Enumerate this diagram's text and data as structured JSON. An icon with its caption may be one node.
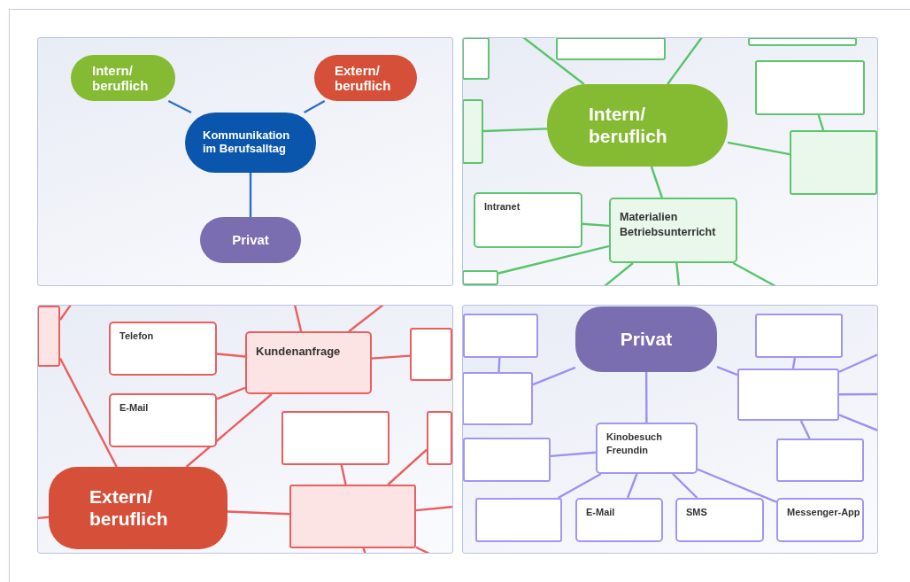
{
  "diagram": {
    "nodes": [
      {
        "text": [],
        "shape": "box"
      },
      {
        "text": [
          "Intern/ beruflich"
        ],
        "in": 0
      },
      {
        "text": [
          "Extern/ beruflich"
        ],
        "in": 0
      },
      {
        "text": [
          "Kommunikation im Berufsalltag"
        ],
        "in": 0
      },
      {
        "text": [
          "Privat"
        ],
        "in": 0
      },
      {
        "text": [],
        "shape": "box"
      },
      {
        "text": [],
        "shape": "box",
        "in": 5
      },
      {
        "text": [],
        "shape": "box",
        "in": 5
      },
      {
        "text": [],
        "shape": "box",
        "in": 5
      },
      {
        "text": [],
        "shape": "box",
        "in": 5
      },
      {
        "text": [],
        "shape": "box",
        "in": 5
      },
      {
        "text": [
          "Intern/ beruflich"
        ],
        "in": 5
      },
      {
        "text": [],
        "shape": "box",
        "in": 5
      },
      {
        "text": [
          "Intranet"
        ],
        "in": 5
      },
      {
        "text": [
          "Materialien Betriebsunterricht"
        ],
        "in": 5
      },
      {
        "text": [],
        "shape": "box",
        "in": 5
      },
      {
        "text": [],
        "shape": "box"
      },
      {
        "text": [],
        "shape": "box",
        "in": 16
      },
      {
        "text": [
          "Telefon"
        ],
        "in": 16
      },
      {
        "text": [],
        "shape": "box",
        "in": 16
      },
      {
        "text": [
          "Kundenanfrage"
        ],
        "in": 16
      },
      {
        "text": [
          "E-Mail"
        ],
        "in": 16
      },
      {
        "text": [],
        "shape": "box",
        "in": 16
      },
      {
        "text": [],
        "shape": "box",
        "in": 16
      },
      {
        "text": [
          "Extern/ beruflich"
        ],
        "in": 16
      },
      {
        "text": [],
        "shape": "box",
        "in": 16
      },
      {
        "text": [],
        "shape": "box"
      },
      {
        "text": [
          "Privat"
        ],
        "in": 26
      },
      {
        "text": [],
        "shape": "box",
        "in": 26
      },
      {
        "text": [],
        "shape": "box",
        "in": 26
      },
      {
        "text": [],
        "shape": "box",
        "in": 26
      },
      {
        "text": [],
        "shape": "box",
        "in": 26
      },
      {
        "text": [],
        "shape": "box",
        "in": 26
      },
      {
        "text": [
          "Kinobesuch Freundin"
        ],
        "in": 26
      },
      {
        "text": [],
        "shape": "box",
        "in": 26
      },
      {
        "text": [],
        "shape": "box",
        "in": 26
      },
      {
        "text": [
          "E-Mail"
        ],
        "in": 26
      },
      {
        "text": [
          "SMS"
        ],
        "in": 26
      },
      {
        "text": [
          "Messenger-App"
        ],
        "in": 26
      }
    ],
    "edges": [
      {
        "from": 3,
        "to": 1,
        "arrow": "none",
        "color": "#2f6fc2"
      },
      {
        "from": 3,
        "to": 2,
        "arrow": "none",
        "color": "#2f6fc2"
      },
      {
        "from": 3,
        "to": 4,
        "arrow": "none",
        "color": "#2f6fc2"
      },
      {
        "from": null,
        "to": 11,
        "arrow": "none",
        "color": "#58c46b"
      },
      {
        "from": null,
        "to": 11,
        "arrow": "none",
        "color": "#58c46b"
      },
      {
        "from": 11,
        "to": 10,
        "arrow": "none",
        "color": "#58c46b"
      },
      {
        "from": 11,
        "to": 12,
        "arrow": "none",
        "color": "#58c46b"
      },
      {
        "from": 11,
        "to": 14,
        "arrow": "none",
        "color": "#58c46b"
      },
      {
        "from": 9,
        "to": 12,
        "arrow": "none",
        "color": "#58c46b"
      },
      {
        "from": 13,
        "to": 14,
        "arrow": "none",
        "color": "#58c46b"
      },
      {
        "from": 14,
        "to": 15,
        "arrow": "none",
        "color": "#58c46b"
      },
      {
        "from": 14,
        "to": null,
        "arrow": "none",
        "color": "#58c46b"
      },
      {
        "from": 14,
        "to": null,
        "arrow": "none",
        "color": "#58c46b"
      },
      {
        "from": 14,
        "to": null,
        "arrow": "none",
        "color": "#58c46b"
      },
      {
        "from": 17,
        "to": 24,
        "arrow": "none"
      },
      {
        "from": 17,
        "to": null,
        "arrow": "none"
      },
      {
        "from": 18,
        "to": 20,
        "arrow": "none"
      },
      {
        "from": 21,
        "to": 20,
        "arrow": "none"
      },
      {
        "from": 20,
        "to": 24,
        "arrow": "none"
      },
      {
        "from": 20,
        "to": 19,
        "arrow": "none"
      },
      {
        "from": null,
        "to": 20,
        "arrow": "none"
      },
      {
        "from": 20,
        "to": null,
        "arrow": "none"
      },
      {
        "from": 22,
        "to": 25,
        "arrow": "none"
      },
      {
        "from": 23,
        "to": 25,
        "arrow": "none"
      },
      {
        "from": 24,
        "to": 25,
        "arrow": "none"
      },
      {
        "from": 25,
        "to": null,
        "arrow": "none"
      },
      {
        "from": 25,
        "to": null,
        "arrow": "none"
      },
      {
        "from": 25,
        "to": null,
        "arrow": "none"
      },
      {
        "from": 24,
        "to": null,
        "arrow": "none"
      },
      {
        "from": 28,
        "to": 31,
        "arrow": "none",
        "color": "#9d90f2"
      },
      {
        "from": 27,
        "to": 31,
        "arrow": "none",
        "color": "#9d90f2"
      },
      {
        "from": 27,
        "to": 33,
        "arrow": "none",
        "color": "#9d90f2"
      },
      {
        "from": 27,
        "to": 30,
        "arrow": "none",
        "color": "#9d90f2"
      },
      {
        "from": 29,
        "to": 30,
        "arrow": "none",
        "color": "#9d90f2"
      },
      {
        "from": 30,
        "to": null,
        "arrow": "none",
        "color": "#9d90f2"
      },
      {
        "from": 30,
        "to": null,
        "arrow": "none",
        "color": "#9d90f2"
      },
      {
        "from": 30,
        "to": null,
        "arrow": "none",
        "color": "#9d90f2"
      },
      {
        "from": 30,
        "to": 34,
        "arrow": "none",
        "color": "#9d90f2"
      },
      {
        "from": 33,
        "to": 32,
        "arrow": "none",
        "color": "#9d90f2"
      },
      {
        "from": 33,
        "to": 35,
        "arrow": "none",
        "color": "#9d90f2"
      },
      {
        "from": 33,
        "to": 36,
        "arrow": "none",
        "color": "#9d90f2"
      },
      {
        "from": 33,
        "to": 37,
        "arrow": "none",
        "color": "#9d90f2"
      },
      {
        "from": 33,
        "to": 38,
        "arrow": "none",
        "color": "#9d90f2"
      }
    ]
  }
}
